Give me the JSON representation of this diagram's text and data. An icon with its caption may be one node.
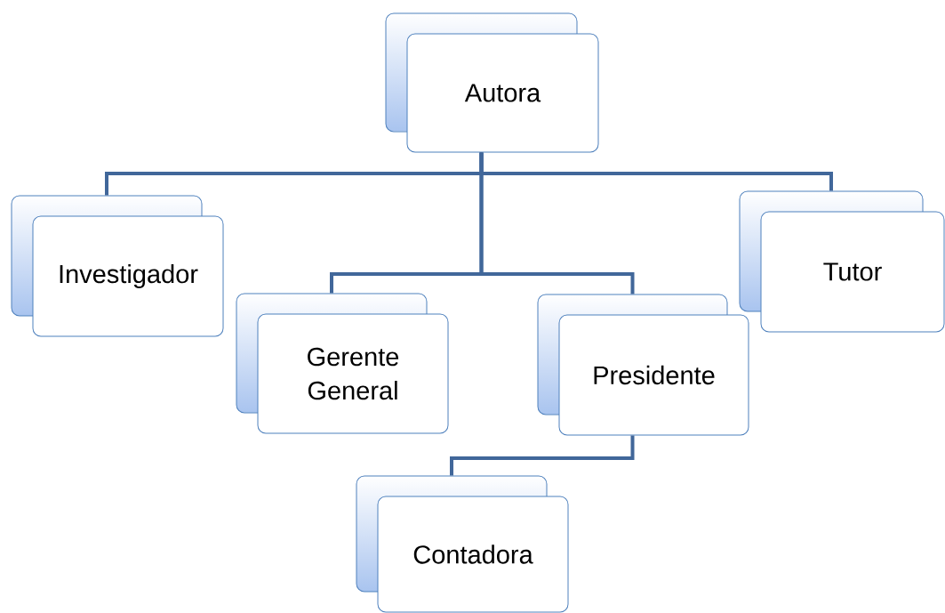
{
  "diagram": {
    "nodes": [
      {
        "text": [
          "Autora"
        ]
      },
      {
        "text": [
          "Investigador"
        ]
      },
      {
        "text": [
          "Gerente General"
        ]
      },
      {
        "text": [
          "Presidente"
        ]
      },
      {
        "text": [
          "Tutor"
        ]
      },
      {
        "text": [
          "Contadora"
        ]
      }
    ],
    "edges": [
      {
        "from": 0,
        "to": 1,
        "arrow": "none"
      },
      {
        "from": 0,
        "to": 2,
        "arrow": "none"
      },
      {
        "from": 0,
        "to": 3,
        "arrow": "none"
      },
      {
        "from": 0,
        "to": 4,
        "arrow": "none"
      },
      {
        "from": 3,
        "to": 5,
        "arrow": "none"
      }
    ]
  }
}
